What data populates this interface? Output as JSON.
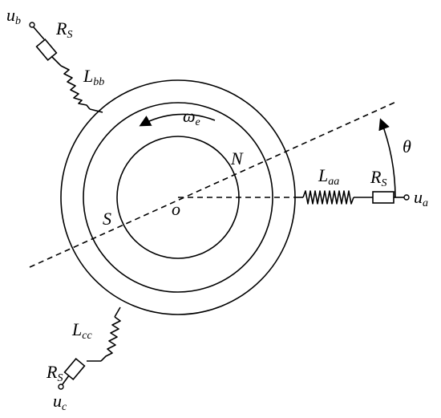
{
  "labels": {
    "ub": {
      "base": "u",
      "sub": "b"
    },
    "ua": {
      "base": "u",
      "sub": "a"
    },
    "uc": {
      "base": "u",
      "sub": "c"
    },
    "rs_b": {
      "base": "R",
      "sub": "S"
    },
    "rs_a": {
      "base": "R",
      "sub": "S"
    },
    "rs_c": {
      "base": "R",
      "sub": "S"
    },
    "lbb": {
      "base": "L",
      "sub": "bb"
    },
    "laa": {
      "base": "L",
      "sub": "aa"
    },
    "lcc": {
      "base": "L",
      "sub": "cc"
    },
    "omega": {
      "base": "ω",
      "sub": "e"
    },
    "theta": "θ",
    "north": "N",
    "south": "S",
    "origin": "o"
  }
}
